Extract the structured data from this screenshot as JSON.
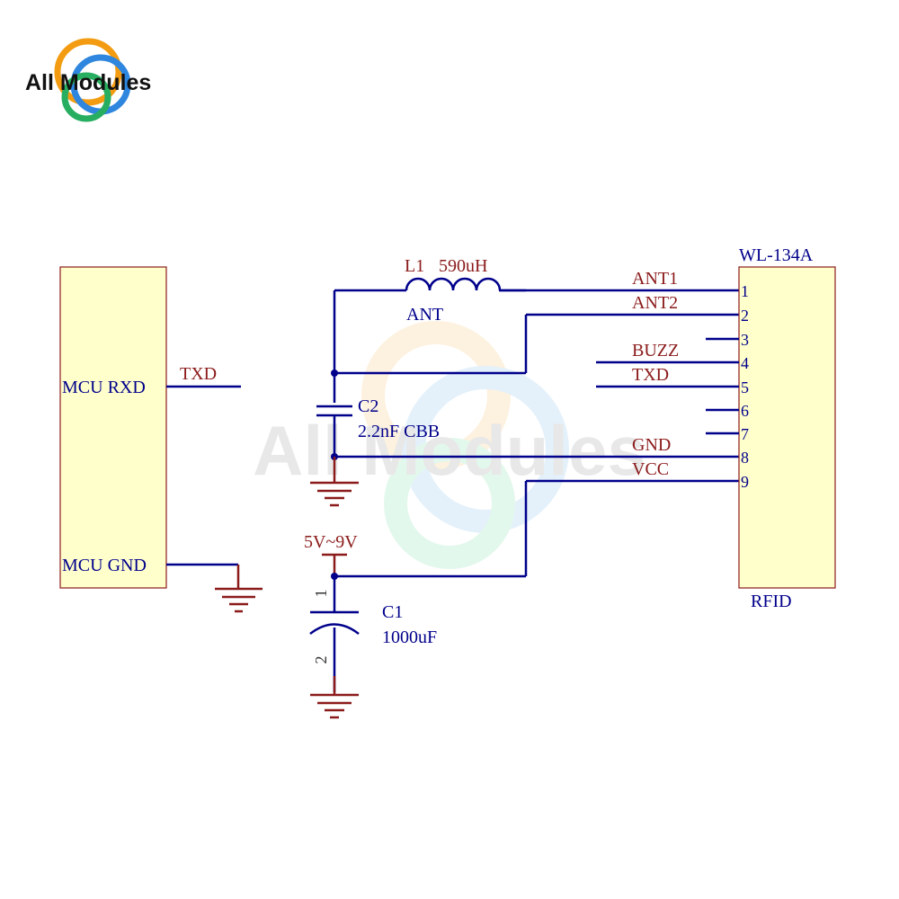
{
  "brand": {
    "logo_text": "All Modules",
    "watermark_text": "All Modules"
  },
  "mcu": {
    "rxd_label": "MCU RXD",
    "gnd_label": "MCU GND"
  },
  "mcu_net_label": "TXD",
  "inductor": {
    "ref": "L1",
    "value": "590uH",
    "net": "ANT"
  },
  "c2": {
    "ref": "C2",
    "value": "2.2nF CBB"
  },
  "c1": {
    "ref": "C1",
    "value": "1000uF",
    "pin1": "1",
    "pin2": "2"
  },
  "supply": {
    "label": "5V~9V"
  },
  "module": {
    "name": "WL-134A",
    "type": "RFID",
    "pins": [
      {
        "number": "1",
        "net": "ANT1"
      },
      {
        "number": "2",
        "net": "ANT2"
      },
      {
        "number": "3",
        "net": ""
      },
      {
        "number": "4",
        "net": "BUZZ"
      },
      {
        "number": "5",
        "net": "TXD"
      },
      {
        "number": "6",
        "net": ""
      },
      {
        "number": "7",
        "net": ""
      },
      {
        "number": "8",
        "net": "GND"
      },
      {
        "number": "9",
        "net": "VCC"
      }
    ]
  }
}
